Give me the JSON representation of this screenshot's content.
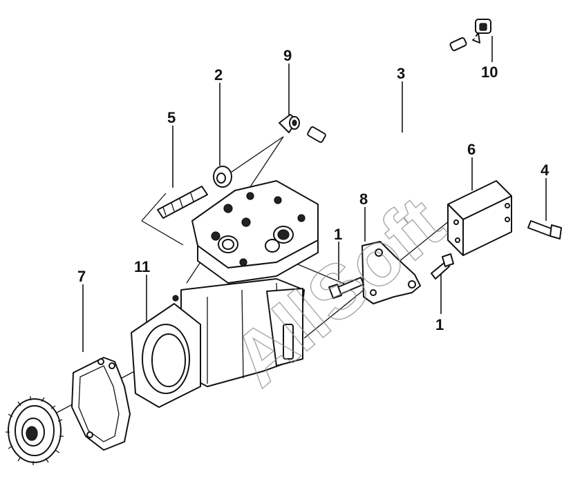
{
  "watermark": "AllSoft",
  "callouts": [
    "1",
    "2",
    "3",
    "4",
    "5",
    "6",
    "7",
    "8",
    "9",
    "10",
    "11",
    "1"
  ]
}
